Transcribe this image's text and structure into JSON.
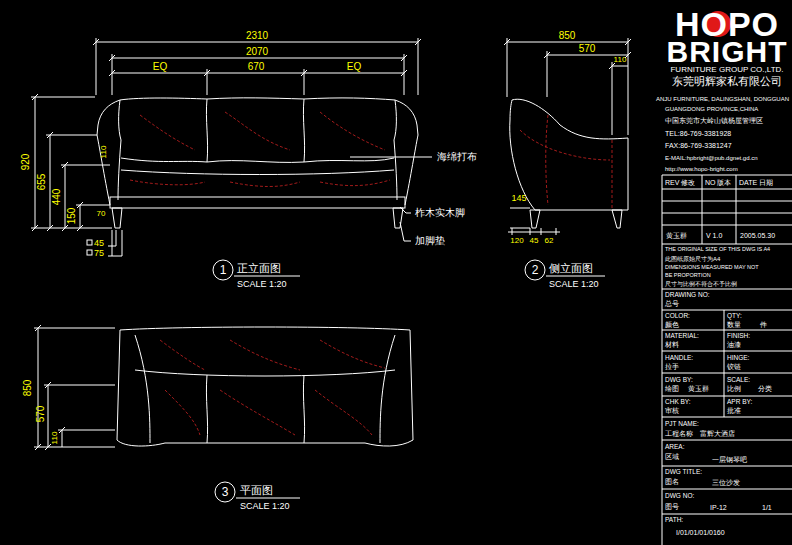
{
  "diagram": {
    "nodes": [
      {
        "text": [
          "1"
        ]
      },
      {
        "text": [
          "2"
        ]
      },
      {
        "text": [
          "3"
        ]
      }
    ],
    "labels": [
      "2310",
      "2070",
      "EQ",
      "670",
      "EQ",
      "920",
      "655",
      "440",
      "150",
      "110",
      "70",
      "45",
      "75",
      "海绵打布",
      "柞木实木脚",
      "加脚垫",
      "正立面图",
      "SCALE 1:20",
      "850",
      "570",
      "110",
      "145",
      "120",
      "45",
      "62",
      "侧立面图",
      "SCALE 1:20",
      "850",
      "570",
      "110",
      "平面图",
      "SCALE 1:20",
      "HOPO",
      "BRIGHT",
      "FURNITURE GROUP CO.,LTD.",
      "东莞明辉家私有限公司",
      "ANJU FURNITURE, DALINGSHAN, DONGGUAN",
      "GUANGDONG PROVINCE,CHINA",
      "中国东莞市大岭山镇杨屋管理区",
      "TEL:86-769-3381928",
      "FAX:86-769-3381247",
      "E-MAIL:hpbright@pub.dgnet.gd.cn",
      "http://www.hopo-bright.com",
      "REV 修改",
      "NO 版本",
      "DATE 日期",
      "黄玉群",
      "V 1.0",
      "2005.05.30",
      "THE ORIGINAL SIZE OF THIS DWG IS A4",
      "此图纸原始尺寸为A4",
      "DIMENSIONS MEASURED MAY NOT",
      "BE PROPORTION",
      "尺寸与比例不符合不予比例",
      "DRAWING NO:",
      "总号",
      "COLOR:",
      "QTY:",
      "颜色",
      "数量",
      "件",
      "MATERIAL:",
      "FINISH:",
      "材料",
      "油漆",
      "HANDLE:",
      "HINGE:",
      "拉手",
      "铰链",
      "DWG BY:",
      "SCALE:",
      "绘图",
      "黄玉群",
      "比例",
      "分类",
      "CHK BY:",
      "APR BY:",
      "审核",
      "批准",
      "PJT NAME:",
      "工程名称",
      "富辉大酒店",
      "AREA:",
      "区域",
      "一层钢琴吧",
      "DWG TITLE:",
      "图名",
      "三位沙发",
      "DWG NO:",
      "图号",
      "IP-12",
      "1/1",
      "PATH:",
      "I/01/01/01/0160"
    ]
  }
}
